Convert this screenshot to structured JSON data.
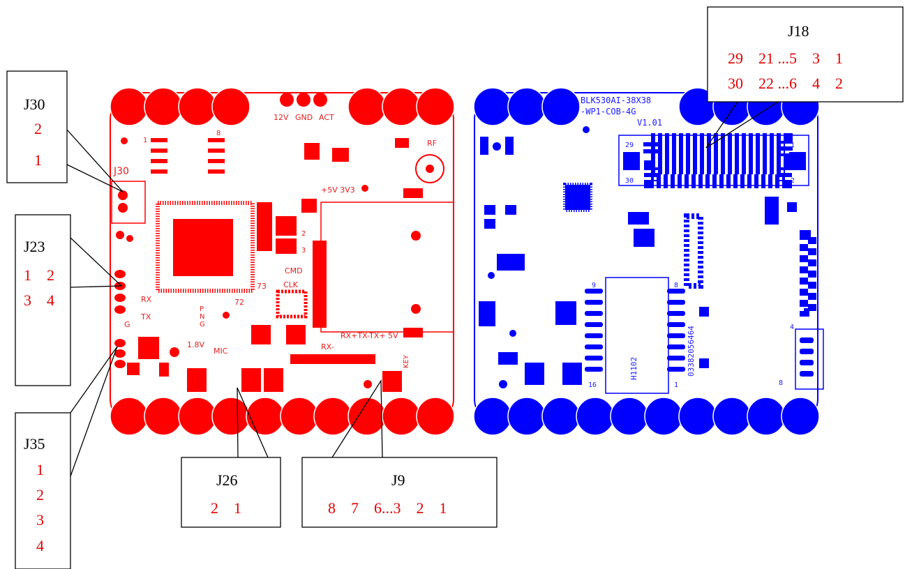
{
  "callouts": {
    "j30": {
      "title": "J30",
      "pins": [
        "2",
        "1"
      ]
    },
    "j23": {
      "title": "J23",
      "rows": [
        "1    2",
        "3    4"
      ]
    },
    "j35": {
      "title": "J35",
      "pins": [
        "1",
        "2",
        "3",
        "4"
      ]
    },
    "j26": {
      "title": "J26",
      "pins": "2    1"
    },
    "j9": {
      "title": "J9",
      "pins": "8    7    6...3    2    1"
    },
    "j18": {
      "title": "J18",
      "rows": [
        "29    21 ...5    3    1",
        "30    22 ...6    4    2"
      ]
    }
  },
  "red_board": {
    "color": "#ff0000",
    "labels": {
      "v12": "12V",
      "gnd": "GND",
      "act": "ACT",
      "rf": "RF",
      "j30": "J30",
      "rails": "+5V  3V3",
      "cmd": "CMD",
      "clk": "CLK",
      "rx": "RX",
      "tx": "TX",
      "pin73": "73",
      "pin72": "72",
      "p": "P",
      "n": "N",
      "g": "G",
      "v18": "1.8V",
      "mic": "MIC",
      "uart": "RX+TX-TX+ 5V",
      "rxm": "RX-",
      "key": "KEY",
      "one": "1",
      "two": "2",
      "three": "3",
      "eight": "8",
      "g2": "G"
    }
  },
  "blue_board": {
    "color": "#0000ff",
    "labels": {
      "model1": "BLK530AI-38X38",
      "model2": "-WP1-COB-4G",
      "version": "V1.01",
      "p29": "29",
      "p30": "30",
      "p1": "1",
      "p2": "2",
      "ic_top_left": "9",
      "ic_top_right": "8",
      "ic_bot_left": "16",
      "ic_bot_right": "1",
      "ic_label": "H1102",
      "serial": "03382056464",
      "four": "4",
      "eight": "8"
    }
  }
}
